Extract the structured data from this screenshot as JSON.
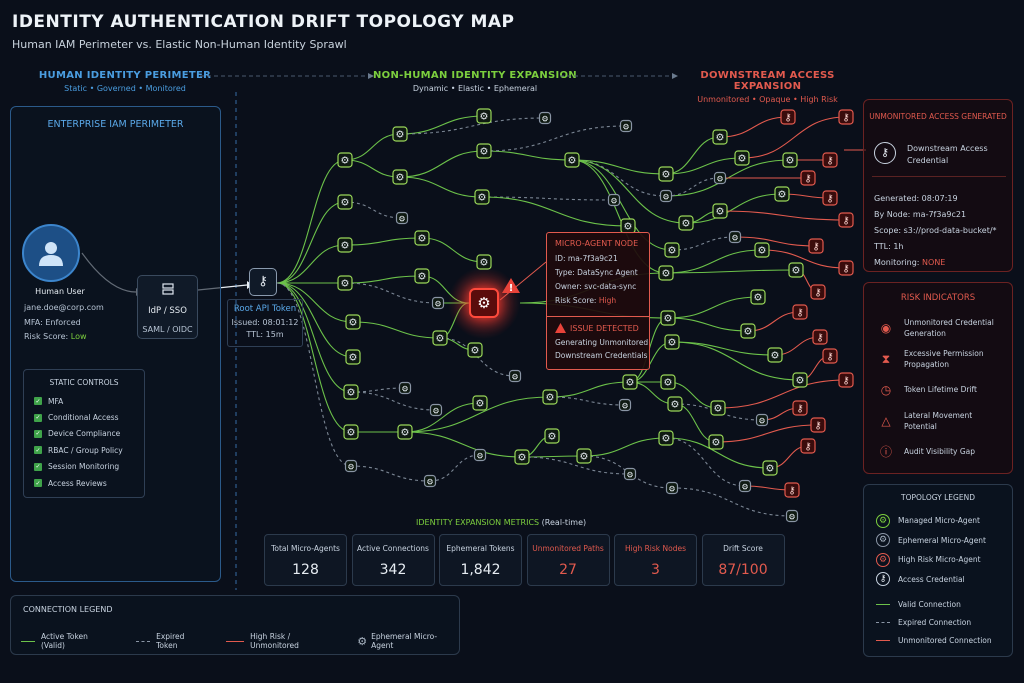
{
  "title": "IDENTITY AUTHENTICATION DRIFT TOPOLOGY MAP",
  "subtitle": "Human IAM Perimeter vs. Elastic Non-Human Identity Sprawl",
  "zones": {
    "human": {
      "title": "HUMAN IDENTITY PERIMETER",
      "sub": "Static • Governed • Monitored"
    },
    "nonhuman": {
      "title": "NON-HUMAN IDENTITY EXPANSION",
      "sub": "Dynamic • Elastic • Ephemeral"
    },
    "downstream": {
      "title": "DOWNSTREAM ACCESS EXPANSION",
      "sub": "Unmonitored • Opaque • High Risk"
    }
  },
  "enterprise": {
    "title": "ENTERPRISE IAM PERIMETER",
    "user_name": "Human User",
    "user_email": "jane.doe@corp.com",
    "mfa": "MFA: Enforced",
    "risk_label": "Risk Score: ",
    "risk_value": "Low",
    "idp_title": "IdP / SSO",
    "idp_sub": "SAML / OIDC",
    "controls_title": "STATIC CONTROLS",
    "controls": [
      "MFA",
      "Conditional Access",
      "Device Compliance",
      "RBAC / Group Policy",
      "Session Monitoring",
      "Access Reviews"
    ]
  },
  "root_token": {
    "title": "Root API Token",
    "issued": "Issued: 08:01:12",
    "ttl": "TTL: 15m"
  },
  "micro_agent": {
    "header": "MICRO-AGENT NODE",
    "id": "ID: ma-7f3a9c21",
    "type": "Type: DataSync Agent",
    "owner": "Owner: svc-data-sync",
    "risk_label": "Risk Score: ",
    "risk_value": "High",
    "issue_header": "ISSUE DETECTED",
    "issue_line1": "Generating Unmonitored",
    "issue_line2": "Downstream Credentials"
  },
  "unmonitored": {
    "title": "UNMONITORED ACCESS GENERATED",
    "cred_line1": "Downstream Access",
    "cred_line2": "Credential",
    "generated": "Generated: 08:07:19",
    "by_node": "By Node: ma-7f3a9c21",
    "scope": "Scope: s3://prod-data-bucket/*",
    "ttl": "TTL: 1h",
    "monitoring_label": "Monitoring: ",
    "monitoring_value": "NONE"
  },
  "risk_indicators": {
    "title": "RISK INDICATORS",
    "items": [
      {
        "line1": "Unmonitored Credential",
        "line2": "Generation",
        "icon": "camera-icon"
      },
      {
        "line1": "Excessive Permission",
        "line2": "Propagation",
        "icon": "network-icon"
      },
      {
        "line1": "Token Lifetime Drift",
        "line2": "",
        "icon": "clock-icon"
      },
      {
        "line1": "Lateral Movement",
        "line2": "Potential",
        "icon": "triangle-nodes-icon"
      },
      {
        "line1": "Audit Visibility Gap",
        "line2": "",
        "icon": "search-alert-icon"
      }
    ]
  },
  "topology_legend": {
    "title": "TOPOLOGY LEGEND",
    "items": [
      "Managed Micro-Agent",
      "Ephemeral Micro-Agent",
      "High Risk Micro-Agent",
      "Access Credential"
    ],
    "lines": [
      "Valid Connection",
      "Expired Connection",
      "Unmonitored Connection"
    ]
  },
  "metrics": {
    "title": "IDENTITY EXPANSION METRICS",
    "realtime": "(Real-time)",
    "items": [
      {
        "label": "Total Micro-Agents",
        "value": "128",
        "alert": false
      },
      {
        "label": "Active Connections",
        "value": "342",
        "alert": false
      },
      {
        "label": "Ephemeral Tokens",
        "value": "1,842",
        "alert": false
      },
      {
        "label": "Unmonitored Paths",
        "value": "27",
        "alert": true
      },
      {
        "label": "High Risk Nodes",
        "value": "3",
        "alert": true
      },
      {
        "label": "Drift Score",
        "value": "87/100",
        "alert": true
      }
    ]
  },
  "connection_legend": {
    "title": "CONNECTION LEGEND",
    "active": "Active Token (Valid)",
    "expired": "Expired Token",
    "highrisk": "High Risk / Unmonitored",
    "ephemeral": "Ephemeral Micro-Agent"
  },
  "colors": {
    "valid": "#6cc24a",
    "risk": "#e25a4e",
    "human": "#4a9de0",
    "expired": "#8a95a5"
  }
}
